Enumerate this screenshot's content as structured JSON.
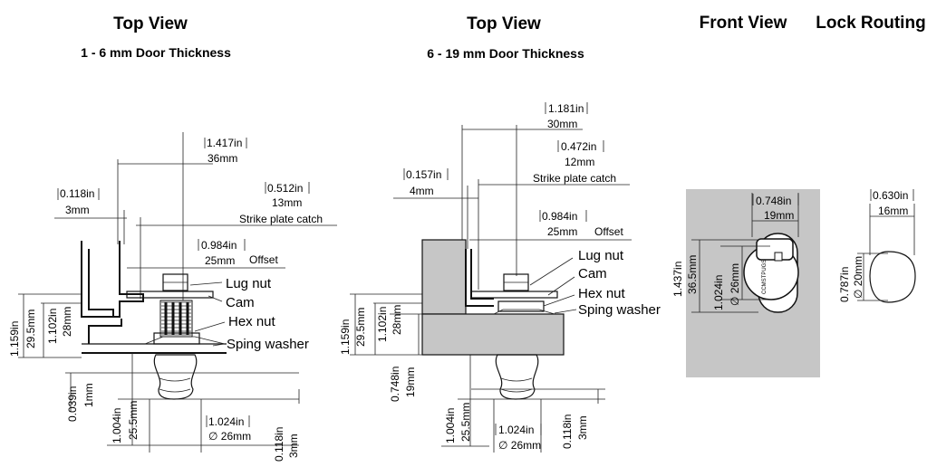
{
  "headings": {
    "left_title": "Top View",
    "left_subtitle": "1 - 6 mm  Door Thickness",
    "mid_title": "Top View",
    "mid_subtitle": "6 - 19 mm  Door Thickness",
    "front_title": "Front View",
    "routing_title": "Lock Routing"
  },
  "left_view": {
    "dim_overall_in": "1.417in",
    "dim_overall_mm": "36mm",
    "dim_strike_in": "0.512in",
    "dim_strike_mm": "13mm",
    "strike_label": "Strike plate catch",
    "dim_gap_in": "0.118in",
    "dim_gap_mm": "3mm",
    "dim_offset_in": "0.984in",
    "dim_offset_mm": "25mm",
    "offset_label": "Offset",
    "lug_nut": "Lug nut",
    "cam": "Cam",
    "hex_nut": "Hex nut",
    "spring_washer": "Sping washer",
    "dim_h1_in": "1.159in",
    "dim_h1_mm": "29.5mm",
    "dim_h2_in": "1.102in",
    "dim_h2_mm": "28mm",
    "dim_door_in": "0.039in",
    "dim_door_mm": "1mm",
    "dim_knob_in": "1.004in",
    "dim_knob_mm": "25.5mm",
    "dim_dia_in": "1.024in",
    "dim_dia_mm": "∅ 26mm",
    "dim_flange_in": "0.118in",
    "dim_flange_mm": "3mm"
  },
  "mid_view": {
    "dim_overall_in": "1.181in",
    "dim_overall_mm": "30mm",
    "dim_strike_in": "0.472in",
    "dim_strike_mm": "12mm",
    "strike_label": "Strike plate catch",
    "dim_gap_in": "0.157in",
    "dim_gap_mm": "4mm",
    "dim_offset_in": "0.984in",
    "dim_offset_mm": "25mm",
    "offset_label": "Offset",
    "lug_nut": "Lug nut",
    "cam": "Cam",
    "hex_nut": "Hex nut",
    "spring_washer": "Sping washer",
    "dim_h1_in": "1.159in",
    "dim_h1_mm": "29.5mm",
    "dim_h2_in": "1.102in",
    "dim_h2_mm": "28mm",
    "dim_door_in": "0.748in",
    "dim_door_mm": "19mm",
    "dim_knob_in": "1.004in",
    "dim_knob_mm": "25.5mm",
    "dim_dia_in": "1.024in",
    "dim_dia_mm": "∅ 26mm",
    "dim_flange_in": "0.118in",
    "dim_flange_mm": "3mm"
  },
  "front_view": {
    "dim_width_in": "0.748in",
    "dim_width_mm": "19mm",
    "dim_height_in": "1.437in",
    "dim_height_mm": "36.5mm",
    "dim_dia_in": "1.024in",
    "dim_dia_mm": "∅ 26mm",
    "brand_text": "CCMSTPUGS"
  },
  "routing_view": {
    "dim_width_in": "0.630in",
    "dim_width_mm": "16mm",
    "dim_height_in": "0.787in",
    "dim_height_mm": "∅ 20mm"
  }
}
